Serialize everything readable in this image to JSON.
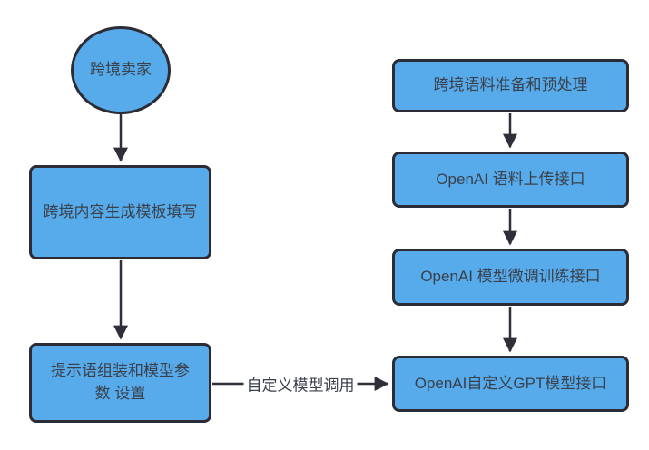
{
  "diagram": {
    "type": "flowchart",
    "colors": {
      "node_fill": "#58ABEA",
      "node_border": "#2B2C36",
      "arrow": "#2E2F38",
      "text": "#39404C",
      "background": "#FFFFFF"
    },
    "nodes": {
      "seller": {
        "shape": "ellipse",
        "label": "跨境卖家"
      },
      "template": {
        "shape": "rect",
        "label": "跨境内容生成模板填写"
      },
      "prompt": {
        "shape": "rect",
        "label": "提示语组装和模型参数 设置"
      },
      "corpus": {
        "shape": "rect",
        "label": "跨境语料准备和预处理"
      },
      "upload": {
        "shape": "rect",
        "label": "OpenAI 语料上传接口"
      },
      "finetune": {
        "shape": "rect",
        "label": "OpenAI 模型微调训练接口"
      },
      "gpt": {
        "shape": "rect",
        "label": "OpenAI自定义GPT模型接口"
      }
    },
    "edges": [
      {
        "from": "seller",
        "to": "template",
        "label": ""
      },
      {
        "from": "template",
        "to": "prompt",
        "label": ""
      },
      {
        "from": "corpus",
        "to": "upload",
        "label": ""
      },
      {
        "from": "upload",
        "to": "finetune",
        "label": ""
      },
      {
        "from": "finetune",
        "to": "gpt",
        "label": ""
      },
      {
        "from": "prompt",
        "to": "gpt",
        "label": "自定义模型调用"
      }
    ]
  }
}
